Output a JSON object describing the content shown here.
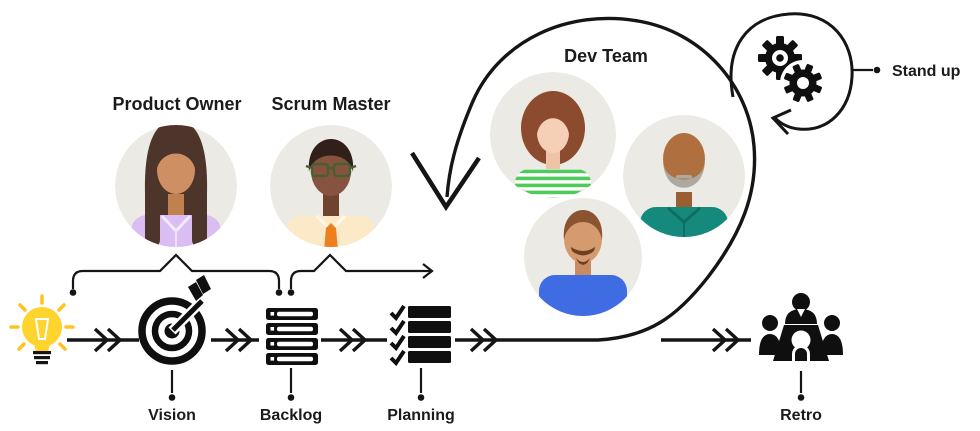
{
  "roles": {
    "product_owner": {
      "label": "Product Owner",
      "avatar": "woman-lavender-blouse-avatar"
    },
    "scrum_master": {
      "label": "Scrum Master",
      "avatar": "man-glasses-orange-tie-avatar"
    },
    "dev_team": {
      "label": "Dev Team",
      "avatars": [
        "woman-green-striped-shirt-avatar",
        "bald-man-teal-polo-avatar",
        "man-beard-blue-shirt-avatar"
      ]
    }
  },
  "ceremonies": {
    "standup": {
      "label": "Stand up",
      "icon": "gears-icon"
    }
  },
  "stages": [
    {
      "id": "idea",
      "label": "",
      "icon": "lightbulb-icon"
    },
    {
      "id": "vision",
      "label": "Vision",
      "icon": "target-dart-icon"
    },
    {
      "id": "backlog",
      "label": "Backlog",
      "icon": "stacked-list-icon"
    },
    {
      "id": "planning",
      "label": "Planning",
      "icon": "checklist-icon"
    },
    {
      "id": "retro",
      "label": "Retro",
      "icon": "meeting-table-icon"
    }
  ],
  "colors": {
    "line": "#151515",
    "text": "#1b1b1b",
    "bulb_yellow": "#FFD42E",
    "ray_yellow": "#FFC21E",
    "avatar_bg": "#ECEAE4",
    "po_blouse": "#D9BDF3",
    "sm_shirt": "#FCE9C8",
    "sm_tie": "#EE7F1F",
    "dev_green": "#4FCB5E",
    "dev_teal": "#15897C",
    "dev_blue": "#3F6BE3"
  }
}
